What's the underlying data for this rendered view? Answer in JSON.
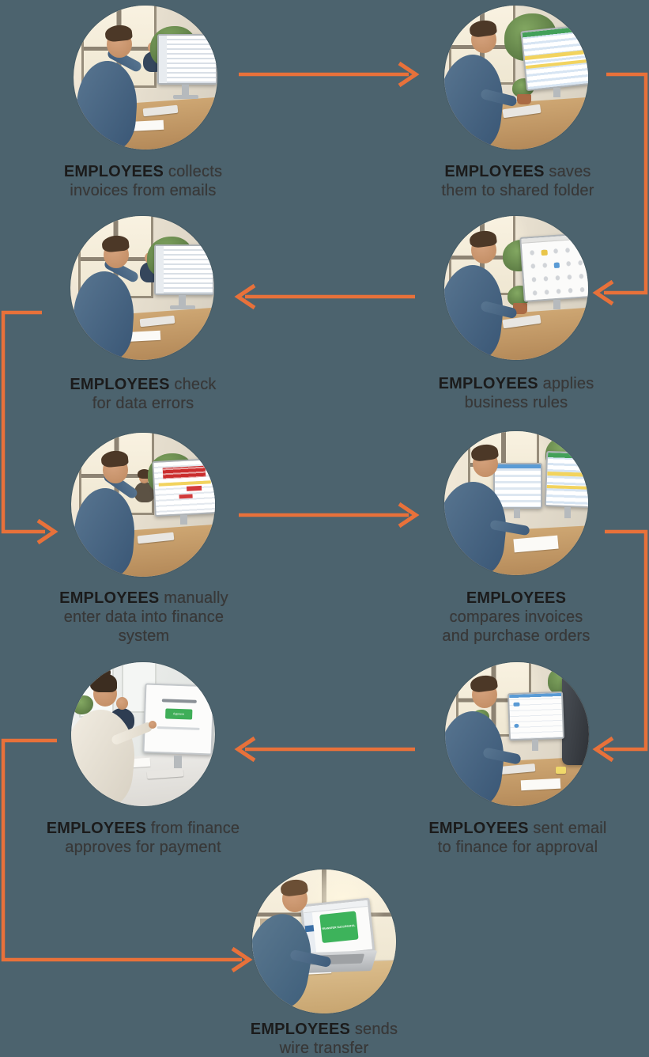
{
  "theme": {
    "background": "#4c636e",
    "accent": "#e8713a",
    "caption_bold_color": "#1b1b1b",
    "caption_text_color": "#383838"
  },
  "steps": [
    {
      "name": "collect-invoices",
      "photo": "man-stressed-reading-email-invoices",
      "lines": [
        {
          "bold": "EMPLOYEES",
          "rest": " collects"
        },
        {
          "bold": "",
          "rest": "invoices from emails"
        }
      ]
    },
    {
      "name": "save-to-shared-folder",
      "photo": "man-saving-spreadsheet-to-folder",
      "lines": [
        {
          "bold": "EMPLOYEES",
          "rest": " saves"
        },
        {
          "bold": "",
          "rest": "them to shared folder"
        }
      ]
    },
    {
      "name": "apply-business-rules",
      "photo": "man-organizing-files-on-screen",
      "lines": [
        {
          "bold": "EMPLOYEES",
          "rest": " applies"
        },
        {
          "bold": "",
          "rest": "business rules"
        }
      ]
    },
    {
      "name": "check-data-errors",
      "photo": "man-stressed-checking-screen",
      "lines": [
        {
          "bold": "EMPLOYEES",
          "rest": " check"
        },
        {
          "bold": "",
          "rest": "for data errors"
        }
      ]
    },
    {
      "name": "manual-data-entry",
      "photo": "man-frustrated-error-spreadsheet",
      "lines": [
        {
          "bold": "EMPLOYEES",
          "rest": " manually"
        },
        {
          "bold": "",
          "rest": "enter data into finance"
        },
        {
          "bold": "",
          "rest": "system"
        }
      ]
    },
    {
      "name": "compare-invoices-purchase-orders",
      "photo": "man-two-monitors-comparing-sheets",
      "lines": [
        {
          "bold": "EMPLOYEES",
          "rest": ""
        },
        {
          "bold": "",
          "rest": "compares invoices"
        },
        {
          "bold": "",
          "rest": "and purchase orders"
        }
      ]
    },
    {
      "name": "email-finance-for-approval",
      "photo": "man-sending-email",
      "lines": [
        {
          "bold": "EMPLOYEES",
          "rest": " sent email"
        },
        {
          "bold": "",
          "rest": "to finance for approval"
        }
      ]
    },
    {
      "name": "finance-approves-payment",
      "photo": "woman-approving-invoice-on-screen",
      "lines": [
        {
          "bold": "EMPLOYEES",
          "rest": " from finance"
        },
        {
          "bold": "",
          "rest": "approves for payment"
        }
      ]
    },
    {
      "name": "send-wire-transfer",
      "photo": "man-wire-transfer-laptop",
      "lines": [
        {
          "bold": "EMPLOYEES",
          "rest": " sends"
        },
        {
          "bold": "",
          "rest": "wire transfer"
        }
      ]
    }
  ],
  "screens": {
    "approve_button": "Approve",
    "success_label": "TRANSFER SUCCESSFUL"
  }
}
